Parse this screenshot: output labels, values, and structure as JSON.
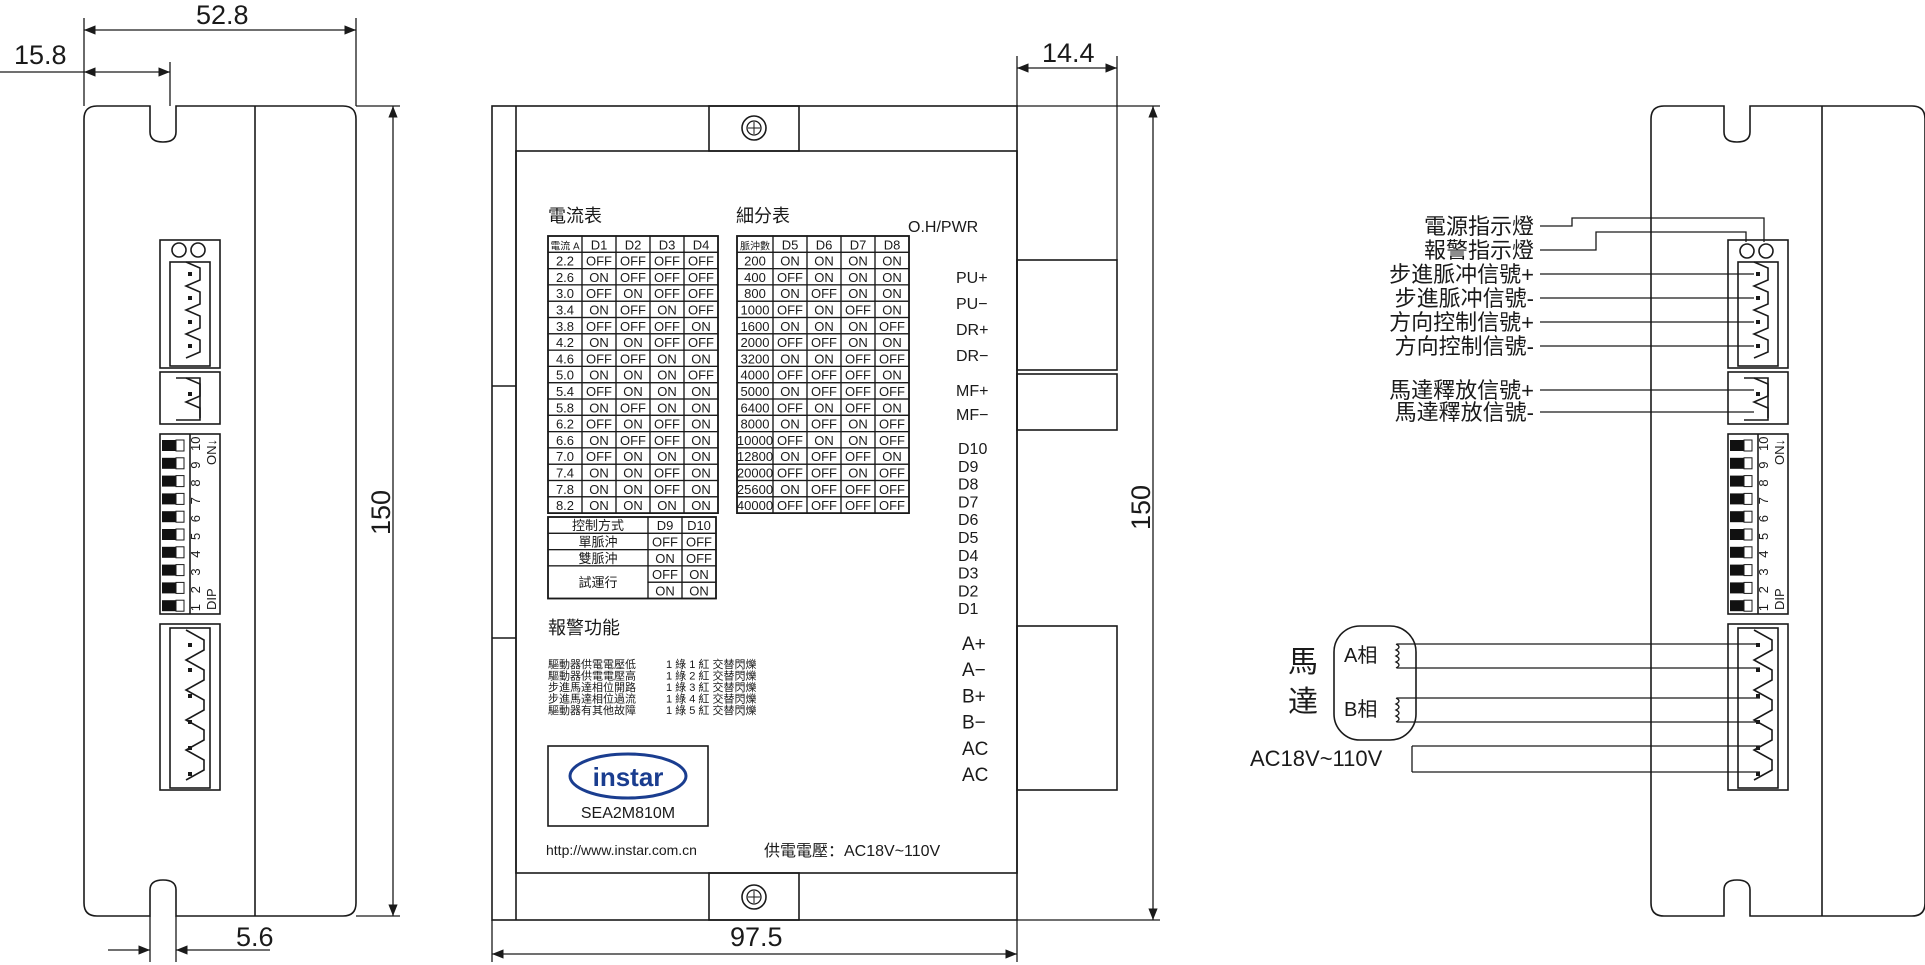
{
  "dimensions": {
    "width_total": "52.8",
    "mount_offset": "15.8",
    "slot_width": "5.6",
    "height_left": "150",
    "width_front": "97.5",
    "terminal_depth": "14.4",
    "height_right": "150"
  },
  "front_panel": {
    "current_table_title": "電流表",
    "current_table_headers": [
      "電流 A",
      "D1",
      "D2",
      "D3",
      "D4"
    ],
    "current_table_rows": [
      [
        "2.2",
        "OFF",
        "OFF",
        "OFF",
        "OFF"
      ],
      [
        "2.6",
        "ON",
        "OFF",
        "OFF",
        "OFF"
      ],
      [
        "3.0",
        "OFF",
        "ON",
        "OFF",
        "OFF"
      ],
      [
        "3.4",
        "ON",
        "OFF",
        "ON",
        "OFF"
      ],
      [
        "3.8",
        "OFF",
        "OFF",
        "OFF",
        "ON"
      ],
      [
        "4.2",
        "ON",
        "ON",
        "OFF",
        "OFF"
      ],
      [
        "4.6",
        "OFF",
        "OFF",
        "ON",
        "ON"
      ],
      [
        "5.0",
        "ON",
        "ON",
        "ON",
        "OFF"
      ],
      [
        "5.4",
        "OFF",
        "ON",
        "ON",
        "ON"
      ],
      [
        "5.8",
        "ON",
        "OFF",
        "ON",
        "ON"
      ],
      [
        "6.2",
        "OFF",
        "ON",
        "OFF",
        "ON"
      ],
      [
        "6.6",
        "ON",
        "OFF",
        "OFF",
        "ON"
      ],
      [
        "7.0",
        "OFF",
        "ON",
        "ON",
        "ON"
      ],
      [
        "7.4",
        "ON",
        "ON",
        "OFF",
        "ON"
      ],
      [
        "7.8",
        "ON",
        "ON",
        "OFF",
        "ON"
      ],
      [
        "8.2",
        "ON",
        "ON",
        "ON",
        "ON"
      ]
    ],
    "micro_table_title": "細分表",
    "micro_table_headers": [
      "脈沖數",
      "D5",
      "D6",
      "D7",
      "D8"
    ],
    "micro_table_rows": [
      [
        "200",
        "ON",
        "ON",
        "ON",
        "ON"
      ],
      [
        "400",
        "OFF",
        "ON",
        "ON",
        "ON"
      ],
      [
        "800",
        "ON",
        "OFF",
        "ON",
        "ON"
      ],
      [
        "1000",
        "OFF",
        "ON",
        "OFF",
        "ON"
      ],
      [
        "1600",
        "ON",
        "ON",
        "ON",
        "OFF"
      ],
      [
        "2000",
        "OFF",
        "OFF",
        "ON",
        "ON"
      ],
      [
        "3200",
        "ON",
        "ON",
        "OFF",
        "OFF"
      ],
      [
        "4000",
        "OFF",
        "OFF",
        "OFF",
        "ON"
      ],
      [
        "5000",
        "ON",
        "OFF",
        "OFF",
        "OFF"
      ],
      [
        "6400",
        "OFF",
        "ON",
        "OFF",
        "ON"
      ],
      [
        "8000",
        "ON",
        "OFF",
        "ON",
        "OFF"
      ],
      [
        "10000",
        "OFF",
        "ON",
        "ON",
        "OFF"
      ],
      [
        "12800",
        "ON",
        "OFF",
        "OFF",
        "ON"
      ],
      [
        "20000",
        "OFF",
        "OFF",
        "ON",
        "OFF"
      ],
      [
        "25600",
        "ON",
        "OFF",
        "OFF",
        "OFF"
      ],
      [
        "40000",
        "OFF",
        "OFF",
        "OFF",
        "OFF"
      ]
    ],
    "control_table_headers": [
      "控制方式",
      "D9",
      "D10"
    ],
    "control_table_rows": [
      [
        "單脈沖",
        "OFF",
        "OFF"
      ],
      [
        "雙脈沖",
        "ON",
        "OFF"
      ],
      [
        "試運行",
        "OFF",
        "ON"
      ],
      [
        "",
        "ON",
        "ON"
      ]
    ],
    "alarm_title": "報警功能",
    "alarm_rows": [
      [
        "驅動器供電電壓低",
        "1 綠 1 紅  交替閃爍"
      ],
      [
        "驅動器供電電壓高",
        "1 綠 2 紅  交替閃爍"
      ],
      [
        "步進馬達相位開路",
        "1 綠 3 紅  交替閃爍"
      ],
      [
        "步進馬達相位過流",
        "1 綠 4 紅  交替閃爍"
      ],
      [
        "驅動器有其他故障",
        "1 綠 5 紅  交替閃爍"
      ]
    ],
    "logo_text": "instar",
    "model": "SEA2M810M",
    "url": "http://www.instar.com.cn",
    "supply_voltage": "供電電壓：AC18V~110V",
    "oh_pwr_label": "O.H/PWR",
    "signal_labels": [
      "PU+",
      "PU−",
      "DR+",
      "DR−"
    ],
    "mf_labels": [
      "MF+",
      "MF−"
    ],
    "dip_labels": [
      "D10",
      "D9",
      "D8",
      "D7",
      "D6",
      "D5",
      "D4",
      "D3",
      "D2",
      "D1"
    ],
    "motor_labels": [
      "A+",
      "A−",
      "B+",
      "B−",
      "AC",
      "AC"
    ]
  },
  "side_view": {
    "dip_numbers": [
      "10",
      "9",
      "8",
      "7",
      "6",
      "5",
      "4",
      "3",
      "2",
      "1"
    ],
    "on_label": "ON↓",
    "dip_label": "DIP"
  },
  "wiring_view": {
    "indicator_labels": [
      "電源指示燈",
      "報警指示燈"
    ],
    "signal_labels": [
      "步進脈冲信號+",
      "步進脈冲信號-",
      "方向控制信號+",
      "方向控制信號-"
    ],
    "release_labels": [
      "馬達釋放信號+",
      "馬達釋放信號-"
    ],
    "motor_char_1": "馬",
    "motor_char_2": "達",
    "phase_a": "A相",
    "phase_b": "B相",
    "ac_label": "AC18V~110V"
  }
}
